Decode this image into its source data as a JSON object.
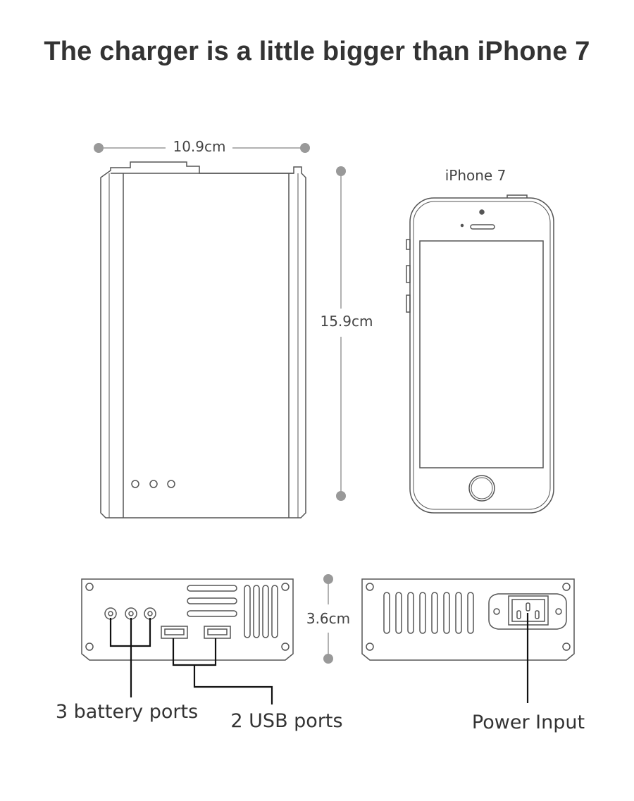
{
  "title": "The charger is a little bigger than iPhone 7",
  "dimensions": {
    "width": "10.9cm",
    "height": "15.9cm",
    "depth": "3.6cm"
  },
  "phone": {
    "label": "iPhone 7"
  },
  "callouts": {
    "battery_ports": "3 battery ports",
    "usb_ports": "2 USB ports",
    "power_input": "Power Input"
  },
  "colors": {
    "outline": "#555555",
    "dimension_line": "#999999",
    "title": "#333333",
    "text": "#333333"
  }
}
